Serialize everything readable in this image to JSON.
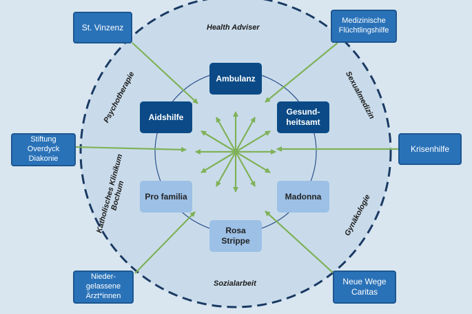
{
  "outer_ring_labels": {
    "top": "Health Adviser",
    "bottom": "Sozialarbeit",
    "upper_left": "Psychotherapie",
    "upper_right": "Sexualmedizin",
    "lower_left": "Katholisches Klinikum\nBochum",
    "lower_right": "Gynäkologie"
  },
  "inner_nodes": {
    "ambulanz": "Ambulanz",
    "aidshilfe": "Aidshilfe",
    "gesundheitsamt": "Gesund-\nheitsamt",
    "pro_familia": "Pro familia",
    "madonna": "Madonna",
    "rosa_strippe": "Rosa\nStrippe"
  },
  "outer_nodes": {
    "st_vinzenz": "St. Vinzenz",
    "medizinische_fluechtlingshilfe": "Medizinische\nFlüchtlingshilfe",
    "stiftung_overdyck": "Stiftung\nOverdyck\nDiakonie",
    "krisenhilfe": "Krisenhilfe",
    "niedergelassene": "Nieder-\ngelassene\nÄrzt*innen",
    "neue_wege": "Neue Wege\nCaritas"
  },
  "colors": {
    "background": "#d9e6f0",
    "outer_circle_fill": "#c9dbea",
    "dashed_circle": "#1a3a63",
    "inner_circle": "#2a4f8a",
    "arrow": "#7fb158",
    "outer_box": "#2a72b8",
    "inner_dark_box": "#0b4a86",
    "inner_light_box": "#9cc0e6"
  }
}
